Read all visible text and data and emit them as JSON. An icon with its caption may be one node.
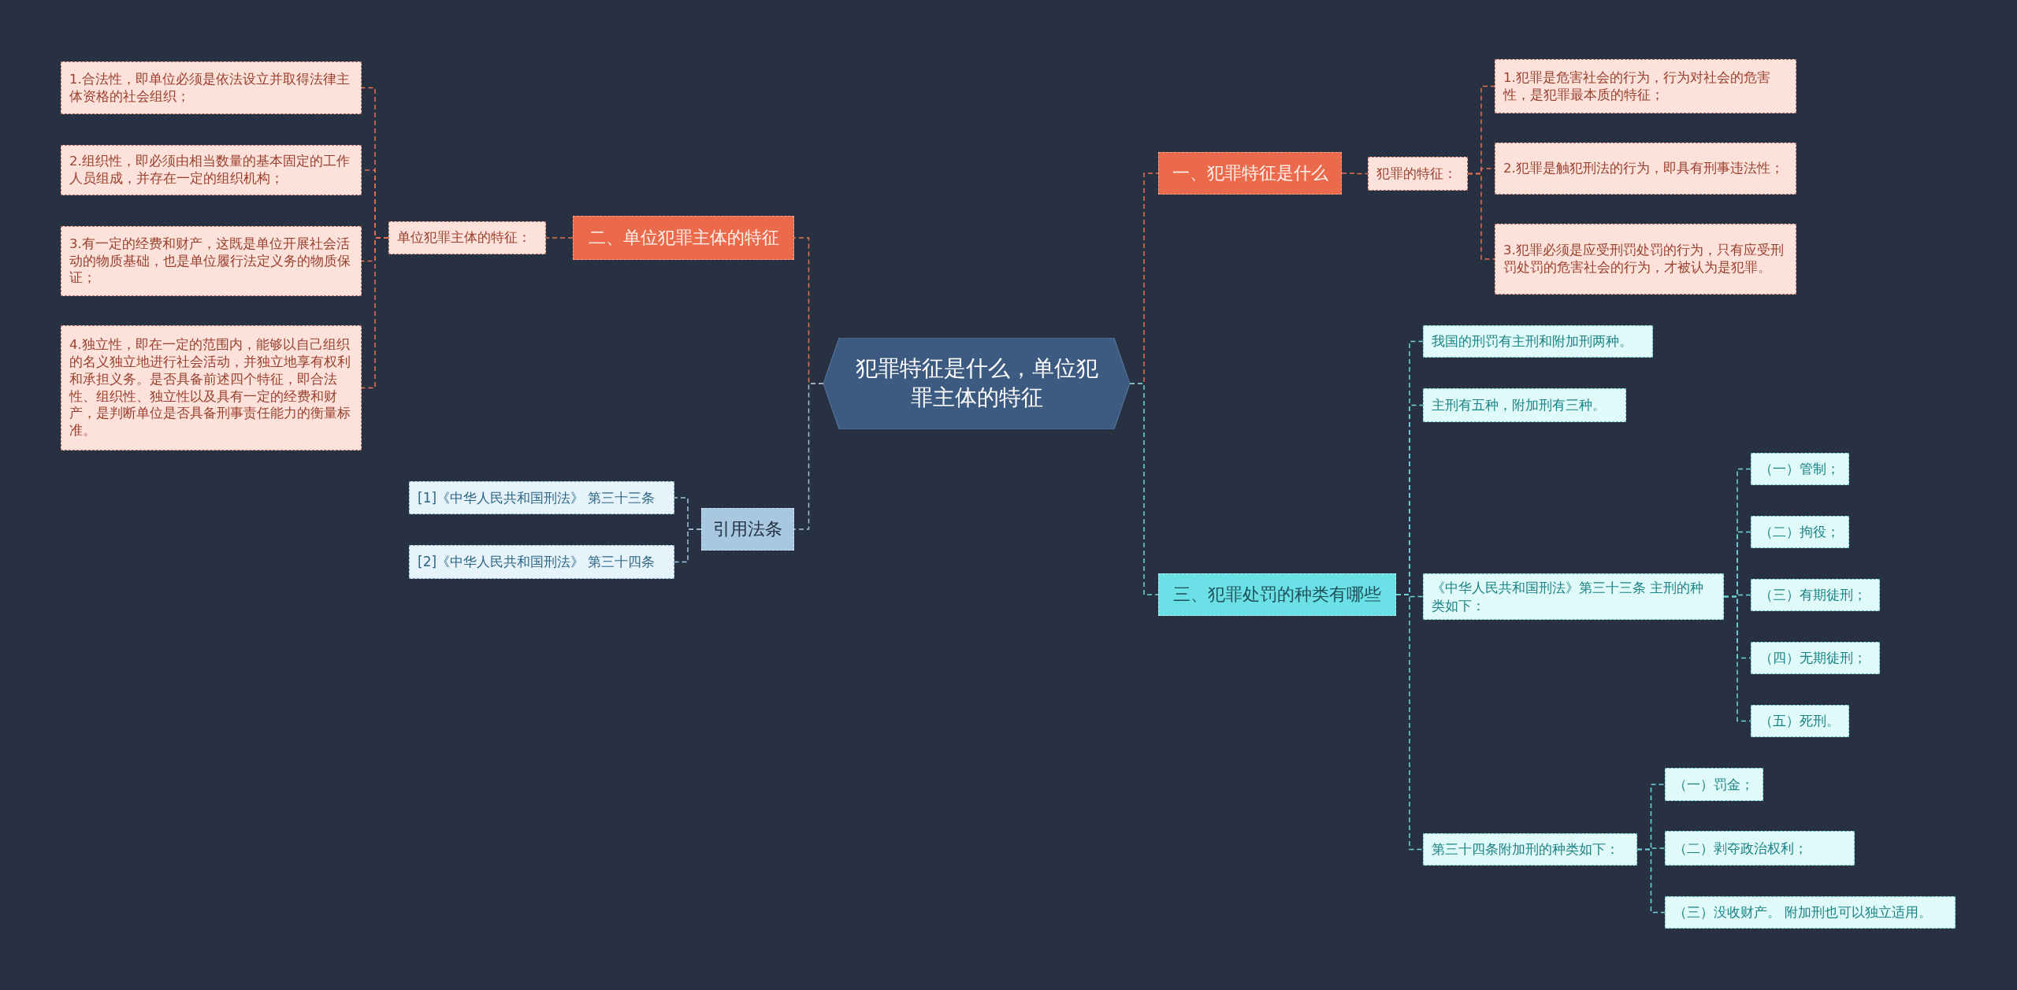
{
  "diagram": {
    "nodes": [
      {
        "text": [
          "犯罪特征是什么，单位犯罪主体的特征"
        ]
      },
      {
        "text": [
          "一、犯罪特征是什么"
        ]
      },
      {
        "text": [
          "犯罪的特征："
        ]
      },
      {
        "text": [
          "1.犯罪是危害社会的行为，行为对社会的危害性，是犯罪最本质的特征；"
        ]
      },
      {
        "text": [
          "2.犯罪是触犯刑法的行为，即具有刑事违法性；"
        ]
      },
      {
        "text": [
          "3.犯罪必须是应受刑罚处罚的行为，只有应受刑罚处罚的危害社会的行为，才被认为是犯罪。"
        ]
      },
      {
        "text": [
          "二、单位犯罪主体的特征"
        ]
      },
      {
        "text": [
          "单位犯罪主体的特征："
        ]
      },
      {
        "text": [
          "1.合法性，即单位必须是依法设立并取得法律主体资格的社会组织；"
        ]
      },
      {
        "text": [
          "2.组织性，即必须由相当数量的基本固定的工作人员组成，并存在一定的组织机构；"
        ]
      },
      {
        "text": [
          "3.有一定的经费和财产，这既是单位开展社会活动的物质基础，也是单位履行法定义务的物质保证；"
        ]
      },
      {
        "text": [
          "4.独立性，即在一定的范围内，能够以自己组织的名义独立地进行社会活动，并独立地享有权利和承担义务。是否具备前述四个特征，即合法性、组织性、独立性以及具有一定的经费和财产，是判断单位是否具备刑事责任能力的衡量标准。"
        ]
      },
      {
        "text": [
          "引用法条"
        ]
      },
      {
        "text": [
          "[1]《中华人民共和国刑法》 第三十三条"
        ]
      },
      {
        "text": [
          "[2]《中华人民共和国刑法》 第三十四条"
        ]
      },
      {
        "text": [
          "三、犯罪处罚的种类有哪些"
        ]
      },
      {
        "text": [
          "我国的刑罚有主刑和附加刑两种。"
        ]
      },
      {
        "text": [
          "主刑有五种，附加刑有三种。"
        ]
      },
      {
        "text": [
          "《中华人民共和国刑法》第三十三条 主刑的种类如下："
        ]
      },
      {
        "text": [
          "（一）管制；"
        ]
      },
      {
        "text": [
          "（二）拘役；"
        ]
      },
      {
        "text": [
          "（三）有期徒刑；"
        ]
      },
      {
        "text": [
          "（四）无期徒刑；"
        ]
      },
      {
        "text": [
          "（五）死刑。"
        ]
      },
      {
        "text": [
          "第三十四条附加刑的种类如下："
        ]
      },
      {
        "text": [
          "（一）罚金；"
        ]
      },
      {
        "text": [
          "（二）剥夺政治权利；"
        ]
      },
      {
        "text": [
          "（三）没收财产。 附加刑也可以独立适用。"
        ]
      }
    ],
    "edges": [
      {
        "from": 0,
        "to": 1,
        "arrow": "none",
        "color": "#e8704f"
      },
      {
        "from": 1,
        "to": 2,
        "arrow": "none",
        "color": "#e8704f"
      },
      {
        "from": 2,
        "to": 3,
        "arrow": "none",
        "color": "#e8704f"
      },
      {
        "from": 2,
        "to": 4,
        "arrow": "none",
        "color": "#e8704f"
      },
      {
        "from": 2,
        "to": 5,
        "arrow": "none",
        "color": "#e8704f"
      },
      {
        "from": 0,
        "to": 6,
        "arrow": "none",
        "color": "#e8704f"
      },
      {
        "from": 6,
        "to": 7,
        "arrow": "none",
        "color": "#e8704f"
      },
      {
        "from": 7,
        "to": 8,
        "arrow": "none",
        "color": "#e8704f"
      },
      {
        "from": 7,
        "to": 9,
        "arrow": "none",
        "color": "#e8704f"
      },
      {
        "from": 7,
        "to": 10,
        "arrow": "none",
        "color": "#e8704f"
      },
      {
        "from": 7,
        "to": 11,
        "arrow": "none",
        "color": "#e8704f"
      },
      {
        "from": 0,
        "to": 12,
        "arrow": "none",
        "color": "#9fc3dd"
      },
      {
        "from": 12,
        "to": 13,
        "arrow": "none",
        "color": "#9fc3dd"
      },
      {
        "from": 12,
        "to": 14,
        "arrow": "none",
        "color": "#9fc3dd"
      },
      {
        "from": 0,
        "to": 15,
        "arrow": "none"
      },
      {
        "from": 15,
        "to": 16,
        "arrow": "none"
      },
      {
        "from": 15,
        "to": 17,
        "arrow": "none"
      },
      {
        "from": 15,
        "to": 18,
        "arrow": "none"
      },
      {
        "from": 15,
        "to": 24,
        "arrow": "none"
      },
      {
        "from": 18,
        "to": 19,
        "arrow": "none"
      },
      {
        "from": 18,
        "to": 20,
        "arrow": "none"
      },
      {
        "from": 18,
        "to": 21,
        "arrow": "none"
      },
      {
        "from": 18,
        "to": 22,
        "arrow": "none"
      },
      {
        "from": 18,
        "to": 23,
        "arrow": "none"
      },
      {
        "from": 24,
        "to": 25,
        "arrow": "none"
      },
      {
        "from": 24,
        "to": 26,
        "arrow": "none"
      },
      {
        "from": 24,
        "to": 27,
        "arrow": "none"
      }
    ]
  }
}
